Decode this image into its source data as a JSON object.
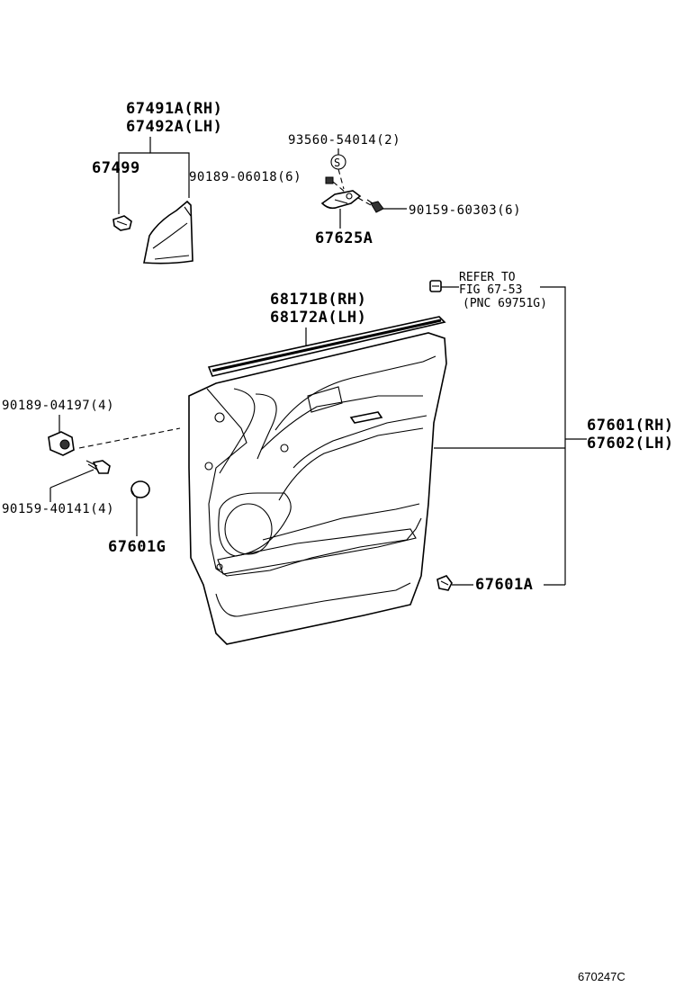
{
  "labels": {
    "l_67491a": "67491A(RH)",
    "l_67492a": "67492A(LH)",
    "l_67499": "67499",
    "l_93560": "93560-54014(2)",
    "l_s_mark": "S",
    "l_90189_06018": "90189-06018(6)",
    "l_90159_60303": "90159-60303(6)",
    "l_67625a": "67625A",
    "l_refer1": "REFER TO",
    "l_refer2": "FIG 67-53",
    "l_refer3": "(PNC 69751G)",
    "l_68171b": "68171B(RH)",
    "l_68172a": "68172A(LH)",
    "l_90189_04197": "90189-04197(4)",
    "l_67601": "67601(RH)",
    "l_67602": "67602(LH)",
    "l_90159_40141": "90159-40141(4)",
    "l_67601g": "67601G",
    "l_67601a": "67601A"
  },
  "footer": {
    "code": "670247C"
  }
}
